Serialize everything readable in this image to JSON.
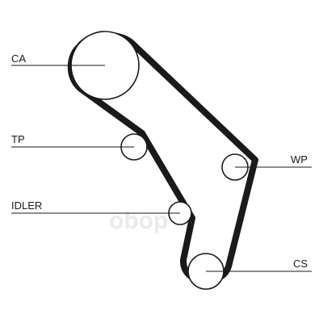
{
  "labels": {
    "ca": "CA",
    "tp": "TP",
    "idler": "IDLER",
    "wp": "WP",
    "cs": "CS"
  },
  "watermark": {
    "text": "obop"
  },
  "colors": {
    "line": "#1a1a1a",
    "background": "#ffffff",
    "watermark": "#d9d9d9"
  }
}
